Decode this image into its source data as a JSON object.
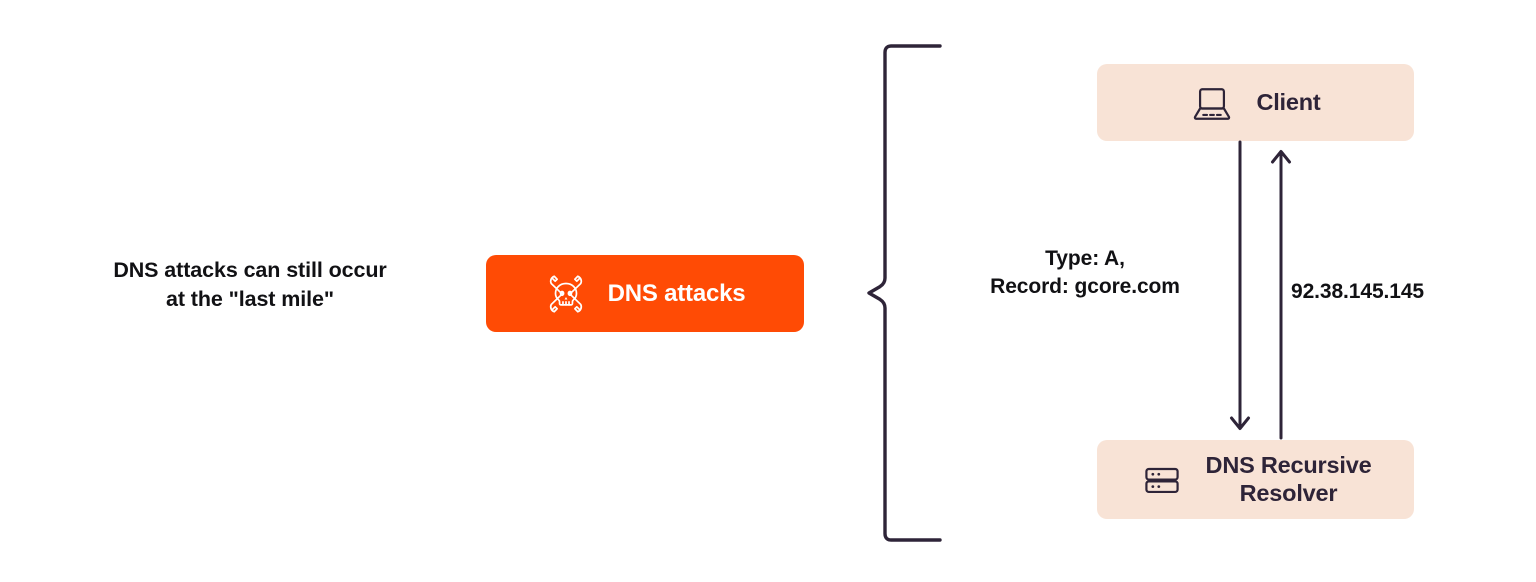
{
  "diagram": {
    "title_caption": "DNS attacks can still occur\nat the \"last mile\"",
    "colors": {
      "attack_orange": "#FF4B05",
      "node_peach": "#F8E3D6",
      "ink_dark": "#2E2438",
      "text_black": "#111114",
      "page_background": "#FFFFFF"
    },
    "attack_badge": {
      "label": "DNS attacks",
      "icon": "skull-crossed-wrenches-icon"
    },
    "brace": {
      "name": "left-curly-brace",
      "orientation": "points-left"
    },
    "nodes": [
      {
        "id": "client",
        "label": "Client",
        "icon": "laptop-icon"
      },
      {
        "id": "resolver",
        "label": "DNS Recursive\nResolver",
        "icon": "server-rack-icon"
      }
    ],
    "flows": [
      {
        "id": "query",
        "direction": "down",
        "from": "Client",
        "to": "DNS Recursive Resolver",
        "label": "Type: A,\nRecord: gcore.com"
      },
      {
        "id": "answer",
        "direction": "up",
        "from": "DNS Recursive Resolver",
        "to": "Client",
        "label": "92.38.145.145"
      }
    ]
  }
}
